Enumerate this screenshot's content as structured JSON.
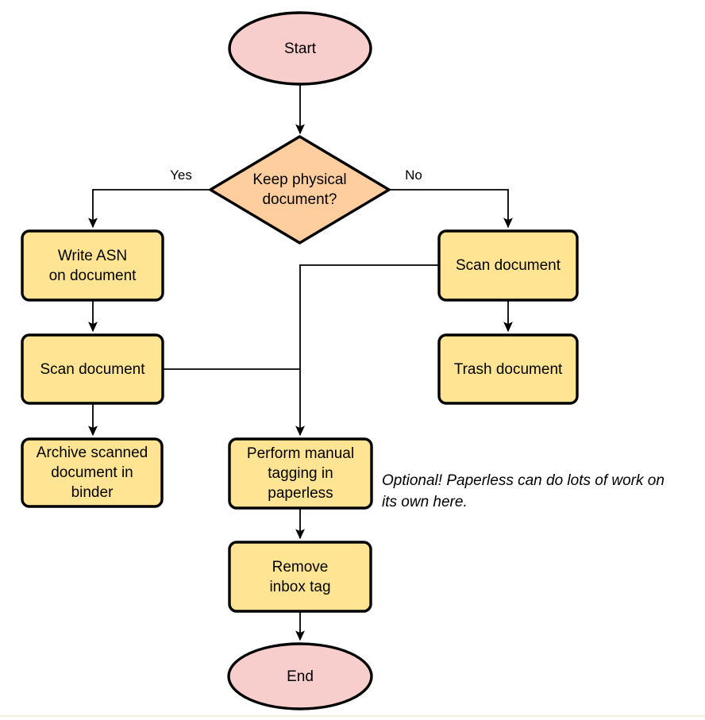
{
  "diagram": {
    "type": "flowchart",
    "nodes": {
      "start": {
        "label": "Start",
        "shape": "ellipse"
      },
      "decision": {
        "label": "Keep physical\ndocument?",
        "shape": "diamond"
      },
      "write_asn": {
        "label": "Write ASN\non document",
        "shape": "rounded-rect"
      },
      "scan_left": {
        "label": "Scan document",
        "shape": "rounded-rect"
      },
      "archive": {
        "label": "Archive scanned\ndocument in\nbinder",
        "shape": "rounded-rect"
      },
      "scan_right": {
        "label": "Scan document",
        "shape": "rounded-rect"
      },
      "trash": {
        "label": "Trash document",
        "shape": "rounded-rect"
      },
      "tagging": {
        "label": "Perform manual\ntagging in\npaperless",
        "shape": "rounded-rect"
      },
      "remove_inbox": {
        "label": "Remove\ninbox tag",
        "shape": "rounded-rect"
      },
      "end": {
        "label": "End",
        "shape": "ellipse"
      }
    },
    "edge_labels": {
      "yes": "Yes",
      "no": "No"
    },
    "annotation": "Optional! Paperless can do lots of work on\nits own here.",
    "colors": {
      "terminal_fill": "#f8cecc",
      "decision_fill": "#ffce9e",
      "process_fill": "#ffe593",
      "stroke": "#000000",
      "connector": "#000000"
    }
  }
}
